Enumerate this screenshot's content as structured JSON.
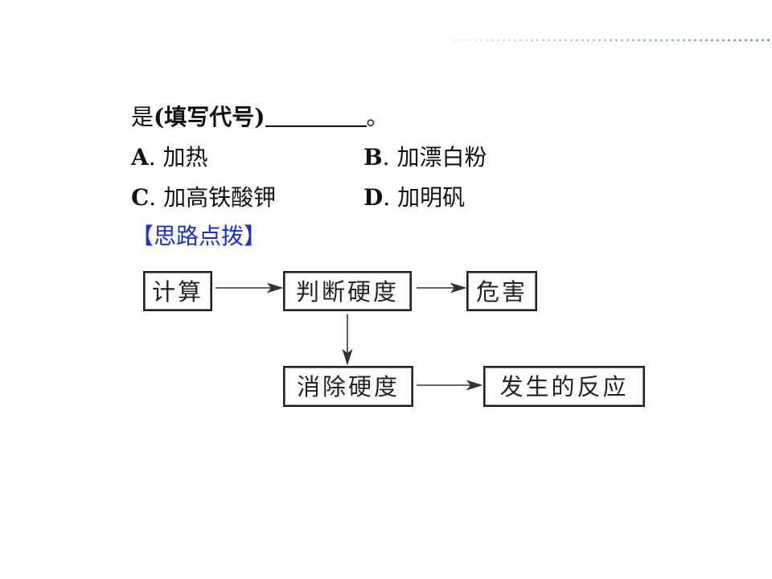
{
  "question": {
    "stem_prefix": "是",
    "stem_paren": "(填写代号)",
    "stem_suffix": "。",
    "options": [
      {
        "letter": "A",
        "sep": ".",
        "text": "加热"
      },
      {
        "letter": "B",
        "sep": ".",
        "text": "加漂白粉"
      },
      {
        "letter": "C",
        "sep": ".",
        "text": "加高铁酸钾"
      },
      {
        "letter": "D",
        "sep": ".",
        "text": "加明矾"
      }
    ]
  },
  "hint_title": "【思路点拨】",
  "diagram": {
    "nodes": [
      "计算",
      "判断硬度",
      "危害",
      "消除硬度",
      "发生的反应"
    ]
  },
  "colors": {
    "hint": "#1a2fd0",
    "dots": "#5b8fd6"
  }
}
